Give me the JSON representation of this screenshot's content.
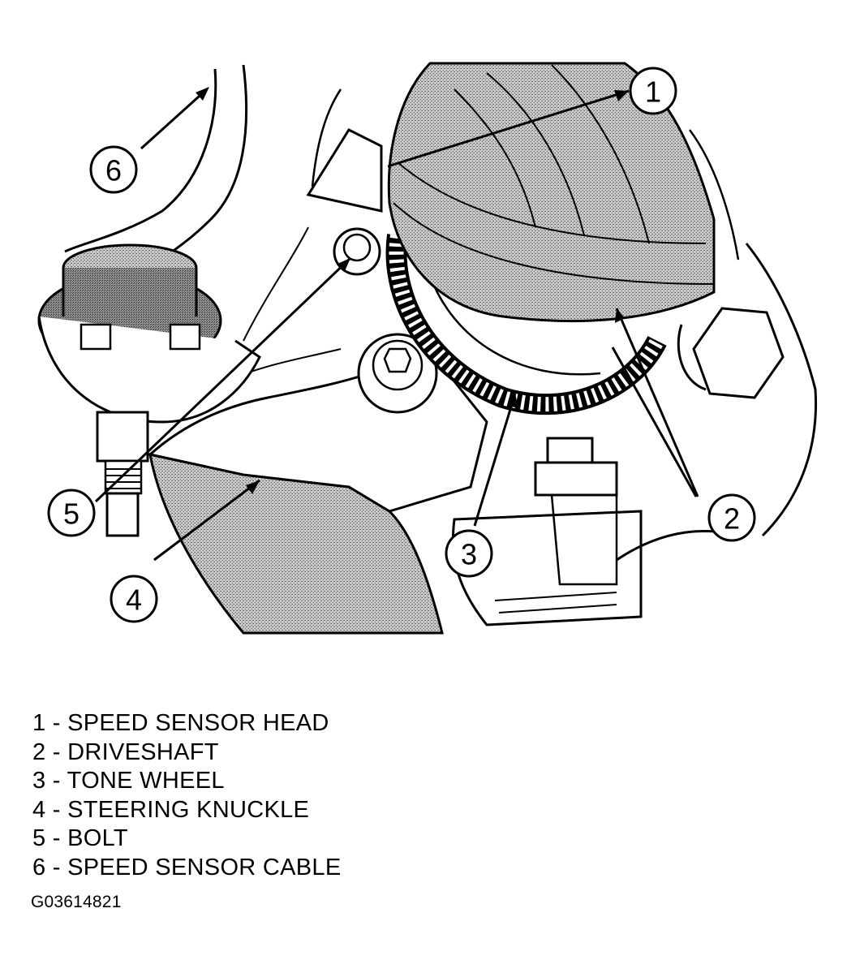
{
  "callouts": [
    {
      "number": "1"
    },
    {
      "number": "2"
    },
    {
      "number": "3"
    },
    {
      "number": "4"
    },
    {
      "number": "5"
    },
    {
      "number": "6"
    }
  ],
  "legend": [
    "1 - SPEED SENSOR HEAD",
    "2 - DRIVESHAFT",
    "3 - TONE WHEEL",
    "4 - STEERING KNUCKLE",
    "5 - BOLT",
    "6 - SPEED SENSOR CABLE"
  ],
  "figure_id": "G03614821",
  "colors": {
    "ink": "#000000",
    "paper": "#ffffff",
    "stipple": "#9a9a9a"
  }
}
